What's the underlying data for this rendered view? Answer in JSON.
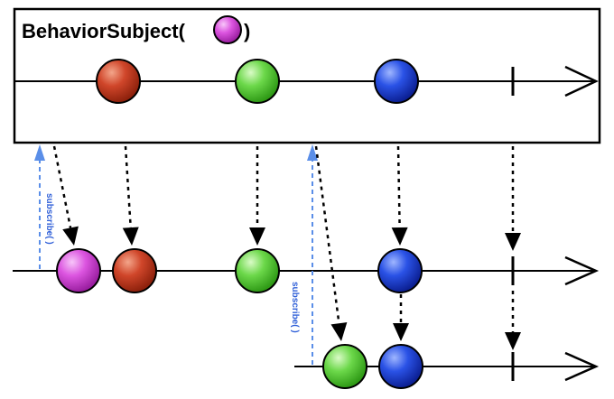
{
  "operator": {
    "title_prefix": "BehaviorSubject(",
    "title_suffix": ")",
    "initial_marble_color": "#d13cd6"
  },
  "subscribe_label": "subscribe( )",
  "colors": {
    "purple": "#d13cd6",
    "red": "#c83a1c",
    "green": "#4fcf2c",
    "blue": "#1a3fd6",
    "subscribe_arrow": "#5a8ee8",
    "line": "#000000"
  },
  "source_timeline": {
    "events": [
      {
        "kind": "marble",
        "color": "red"
      },
      {
        "kind": "marble",
        "color": "green"
      },
      {
        "kind": "marble",
        "color": "blue"
      },
      {
        "kind": "complete"
      }
    ]
  },
  "subscriber_1": {
    "events": [
      {
        "kind": "marble",
        "color": "purple"
      },
      {
        "kind": "marble",
        "color": "red"
      },
      {
        "kind": "marble",
        "color": "green"
      },
      {
        "kind": "marble",
        "color": "blue"
      },
      {
        "kind": "complete"
      }
    ]
  },
  "subscriber_2": {
    "events": [
      {
        "kind": "marble",
        "color": "green"
      },
      {
        "kind": "marble",
        "color": "blue"
      },
      {
        "kind": "complete"
      }
    ]
  }
}
